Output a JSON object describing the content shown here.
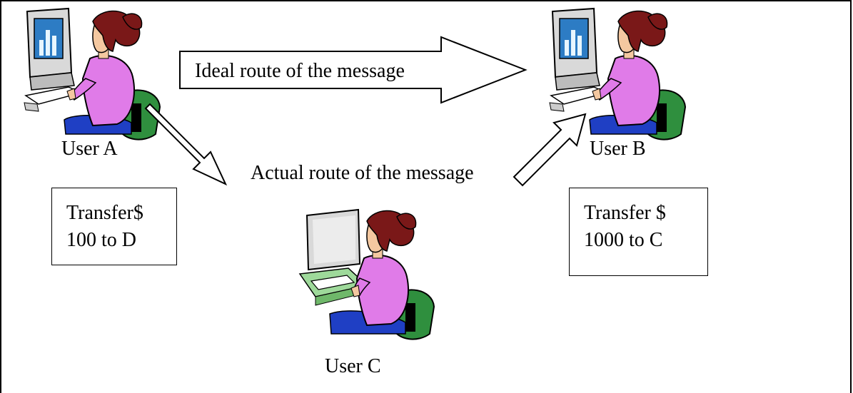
{
  "users": {
    "a": {
      "label": "User A"
    },
    "b": {
      "label": "User B"
    },
    "c": {
      "label": "User C"
    }
  },
  "routes": {
    "ideal": "Ideal route of the message",
    "actual": "Actual route of the message"
  },
  "messages": {
    "left": {
      "line1": "Transfer$",
      "line2": "100 to D"
    },
    "right": {
      "line1": "Transfer $",
      "line2": "1000 to C"
    }
  }
}
